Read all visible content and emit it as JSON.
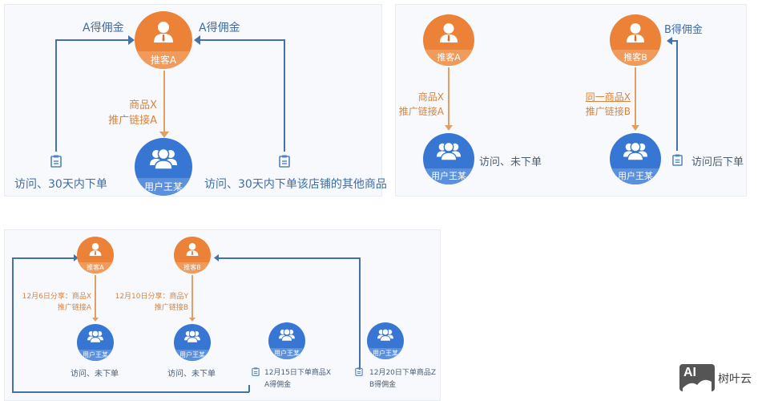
{
  "panel1": {
    "promoter": "推客A",
    "user": "用户王某",
    "left_reward": "A得佣金",
    "right_reward": "A得佣金",
    "share_line1": "商品X",
    "share_line2": "推广链接A",
    "left_action": "访问、30天内下单",
    "right_action": "访问、30天内下单该店铺的其他商品"
  },
  "panel2": {
    "promoter_a": "推客A",
    "promoter_b": "推客B",
    "user_a": "用户王某",
    "user_b": "用户王某",
    "share_a_line1": "商品X",
    "share_a_line2": "推广链接A",
    "share_b_line1": "同一商品X",
    "share_b_line2": "推广链接B",
    "action_a": "访问、未下单",
    "action_b": "访问后下单",
    "reward_b": "B得佣金"
  },
  "panel3": {
    "promoter_a": "推客A",
    "promoter_b": "推客B",
    "user1": "用户王某",
    "user2": "用户王某",
    "user3": "用户王某",
    "user4": "用户王某",
    "share_a_line1": "12月6日分享：商品X",
    "share_a_line2": "推广链接A",
    "share_b_line1": "12月10日分享：商品Y",
    "share_b_line2": "推广链接B",
    "action1": "访问、未下单",
    "action2": "访问、未下单",
    "order1_line1": "12月15日下单商品X",
    "order1_line2": "A得佣金",
    "order2_line1": "12月20日下单商品Z",
    "order2_line2": "B得佣金"
  },
  "watermark": {
    "logo_text": "AI",
    "brand": "树叶云"
  },
  "colors": {
    "promoter_orange": "#ec8237",
    "user_blue": "#3777d3",
    "flow_blue": "#4572a6",
    "share_orange": "#e0a064"
  }
}
